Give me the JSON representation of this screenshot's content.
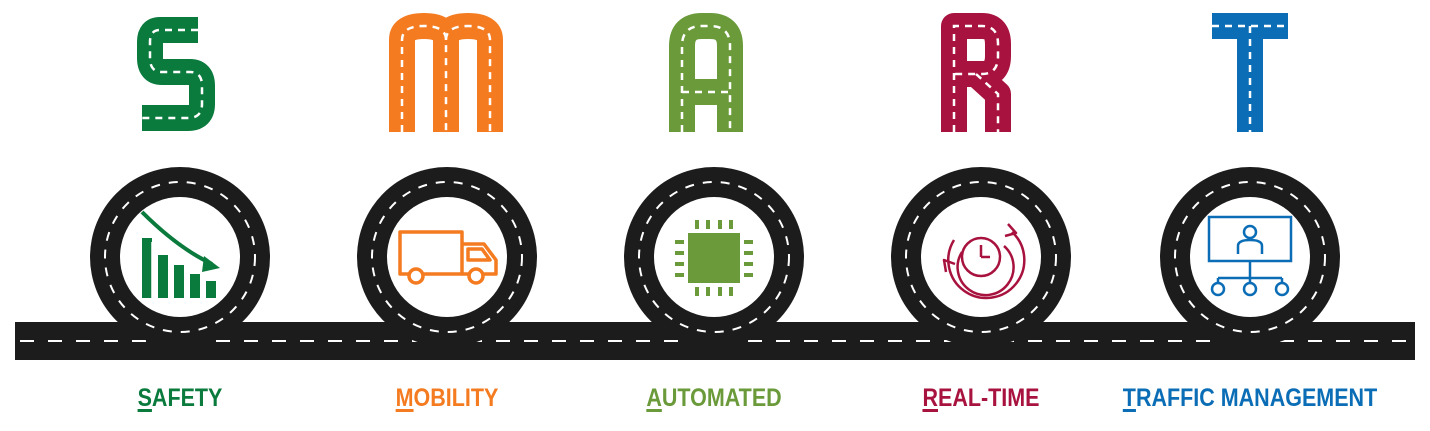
{
  "road_color": "#1c1c1c",
  "dash_color": "#ffffff",
  "pillars": [
    {
      "letter": "S",
      "label_first": "S",
      "label_rest": "AFETY",
      "color": "#0a7a3d",
      "icon": "declining-bar-chart-icon"
    },
    {
      "letter": "M",
      "label_first": "M",
      "label_rest": "OBILITY",
      "color": "#f47b20",
      "icon": "delivery-truck-icon"
    },
    {
      "letter": "A",
      "label_first": "A",
      "label_rest": "UTOMATED",
      "color": "#6a9a3a",
      "icon": "microchip-icon"
    },
    {
      "letter": "R",
      "label_first": "R",
      "label_rest": "EAL-TIME",
      "color": "#a8123e",
      "icon": "clock-refresh-icon"
    },
    {
      "letter": "T",
      "label_first": "T",
      "label_rest": "RAFFIC MANAGEMENT",
      "color": "#0a6db5",
      "icon": "monitor-network-icon"
    }
  ]
}
